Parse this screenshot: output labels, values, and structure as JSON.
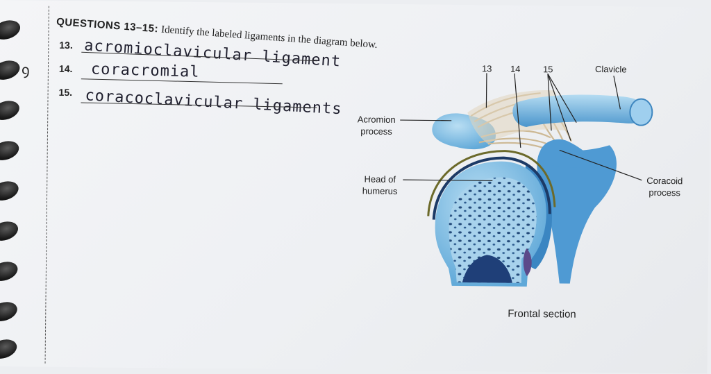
{
  "questions": {
    "heading_num": "QUESTIONS 13–15:",
    "instruction": "Identify the labeled ligaments in the diagram below.",
    "items": [
      {
        "num": "13.",
        "answer": "acromioclavicular ligament"
      },
      {
        "num": "14.",
        "answer": "coracromial"
      },
      {
        "num": "15.",
        "answer": "coracoclavicular ligaments"
      }
    ],
    "margin_mark": "ꝯ"
  },
  "diagram": {
    "numbers": [
      "13",
      "14",
      "15"
    ],
    "labels": {
      "clavicle": "Clavicle",
      "acromion_1": "Acromion",
      "acromion_2": "process",
      "head_1": "Head of",
      "head_2": "humerus",
      "coracoid_1": "Coracoid",
      "coracoid_2": "process"
    },
    "caption": "Frontal section"
  },
  "colors": {
    "bone": "#5fa8d8",
    "bone_light": "#a9d3ee",
    "ligament": "#d8c8a8",
    "cartilage": "#2f5e90"
  }
}
